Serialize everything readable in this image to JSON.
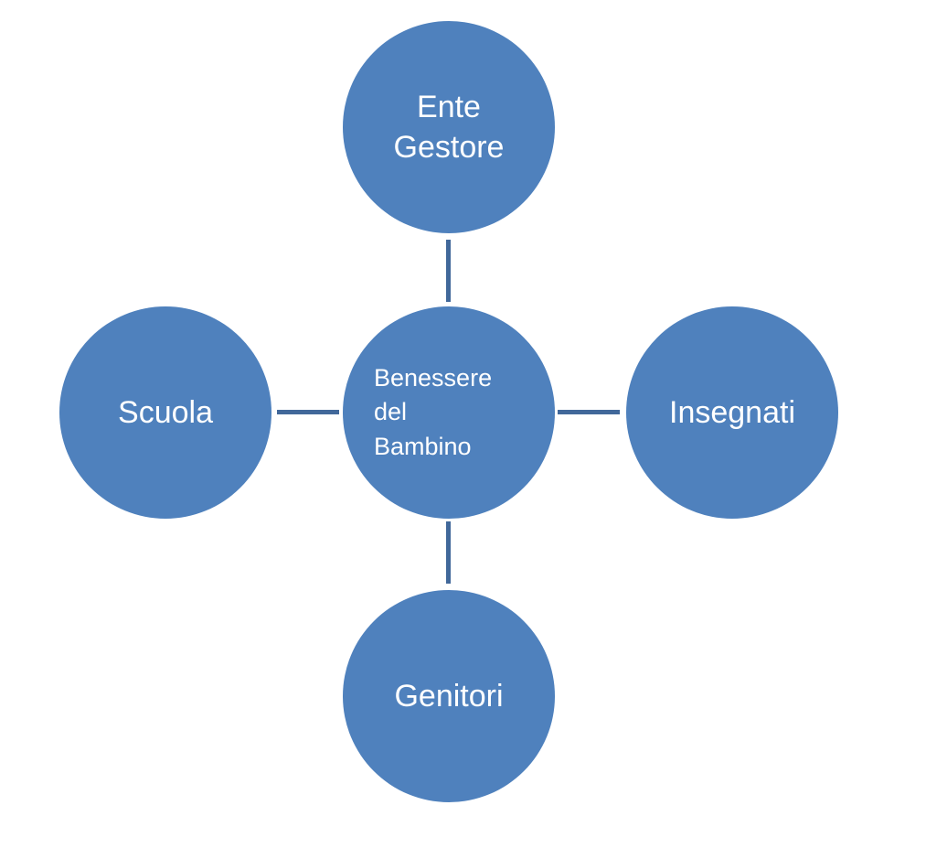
{
  "diagram": {
    "center": {
      "lines": [
        "Benessere",
        "del",
        "Bambino"
      ]
    },
    "top": {
      "lines": [
        "Ente",
        "Gestore"
      ]
    },
    "left": {
      "lines": [
        "Scuola"
      ]
    },
    "right": {
      "lines": [
        "Insegnati"
      ]
    },
    "bottom": {
      "lines": [
        "Genitori"
      ]
    }
  },
  "colors": {
    "node_fill": "#4f81bd",
    "connector": "#41689a",
    "text": "#ffffff"
  }
}
